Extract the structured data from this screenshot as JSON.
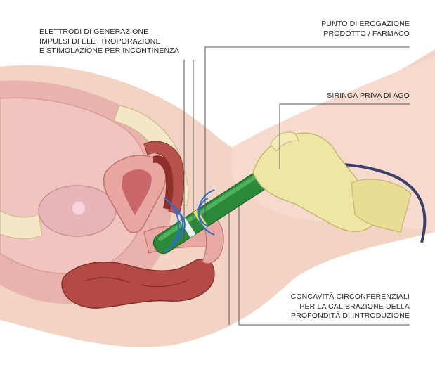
{
  "labels": {
    "electrodes": {
      "line1": "ELETTRODI DI GENERAZIONE",
      "line2": "IMPULSI DI ELETTROPORAZIONE",
      "line3": "E STIMOLAZIONE PER INCONTINENZA"
    },
    "delivery_point": {
      "line1": "PUNTO DI EROGAZIONE",
      "line2": "PRODOTTO / FARMACO"
    },
    "syringe": {
      "line1": "SIRINGA PRIVA DI AGO"
    },
    "concavities": {
      "line1": "CONCAVITÀ CIRCONFERENZIALI",
      "line2": "PER LA CALIBRAZIONE DELLA",
      "line3": "PROFONDITÀ DI INTRODUZIONE"
    }
  },
  "colors": {
    "skin": "#f1cdbc",
    "tissue": "#e7a9a6",
    "organ": "#c9676a",
    "bowel": "#a9433f",
    "device": "#2a8a3a",
    "glove": "#efe6a6",
    "field": "#2a6fd1",
    "cable": "#3a3f6b",
    "leader": "#555555"
  }
}
